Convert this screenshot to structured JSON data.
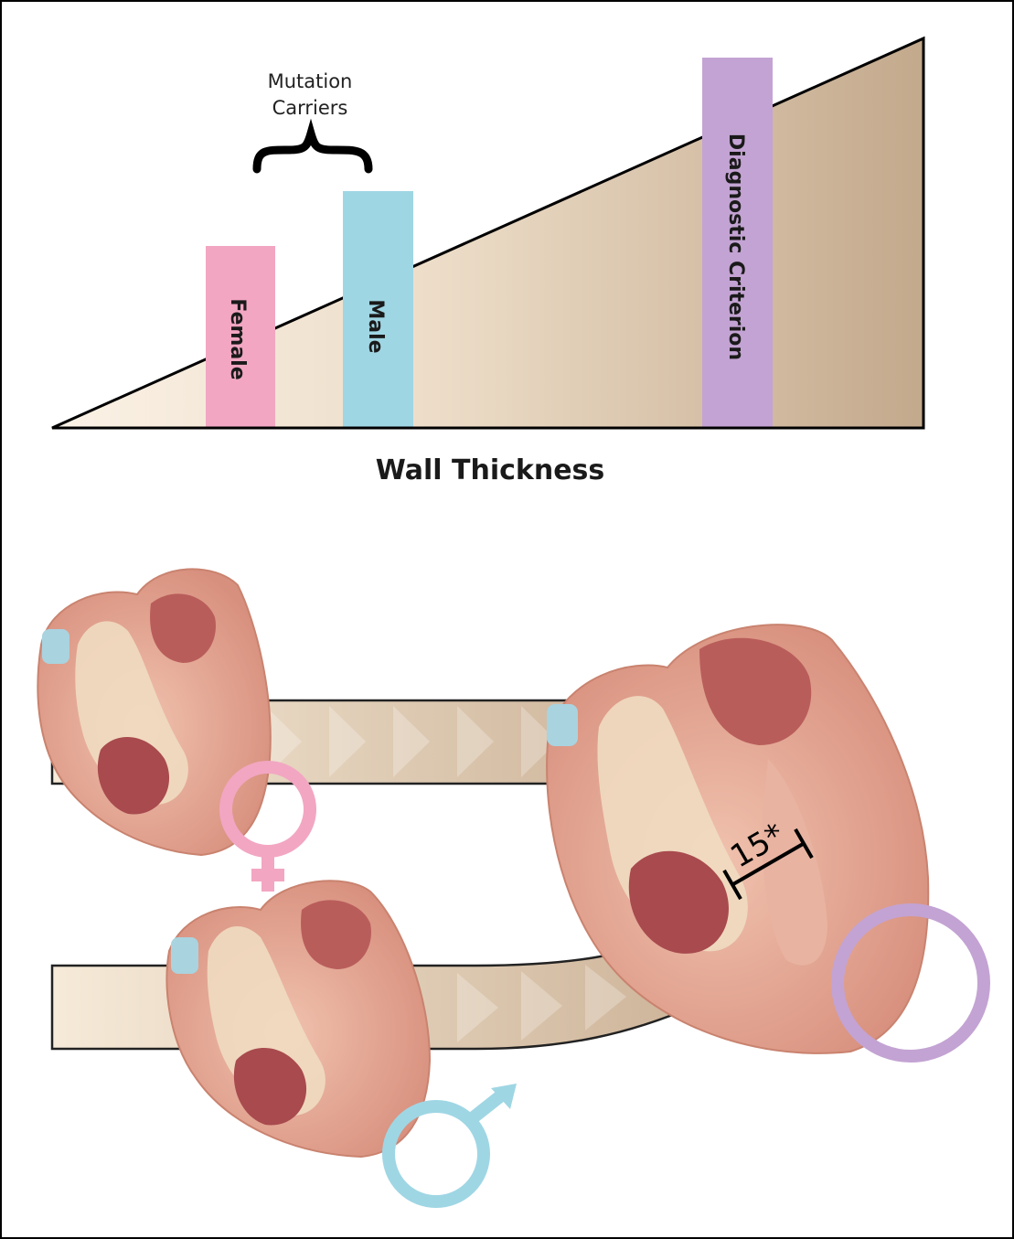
{
  "bar_graphic": {
    "bracket_title": [
      "Mutation",
      "Carriers"
    ],
    "bars": [
      {
        "label": "Female",
        "color": "#f2a6c2"
      },
      {
        "label": "Male",
        "color": "#9fd6e4"
      },
      {
        "label": "Diagnostic Criterion",
        "color": "#c3a3d3"
      }
    ],
    "axis_label": "Wall Thickness"
  },
  "hearts": {
    "measurement_label": "15*",
    "symbols": [
      {
        "name": "female-symbol",
        "color": "#f2a6c2"
      },
      {
        "name": "male-symbol",
        "color": "#9fd6e4"
      },
      {
        "name": "criterion-circle",
        "color": "#c3a3d3"
      }
    ]
  },
  "colors": {
    "border": "#000000",
    "wedge_light": "#fbf2e6",
    "wedge_dark": "#c7ae94",
    "heart_tissue": "#e3a592",
    "heart_dark": "#a84a4e",
    "heart_pale": "#efdcc1",
    "vessel_blue": "#a9d3df"
  }
}
